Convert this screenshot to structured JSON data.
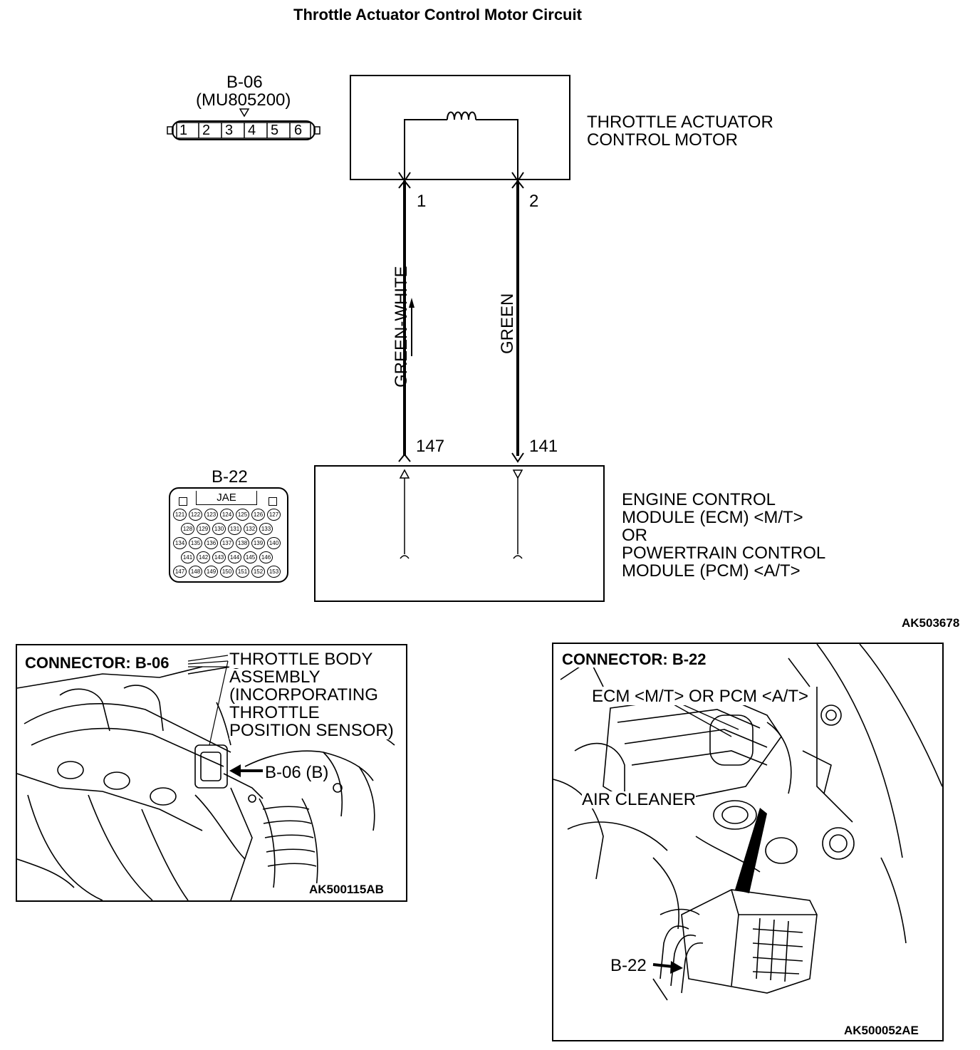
{
  "title": "Throttle Actuator Control Motor Circuit",
  "connector_b06": {
    "name": "B-06",
    "part_number": "(MU805200)",
    "pins": [
      "1",
      "2",
      "3",
      "4",
      "5",
      "6"
    ]
  },
  "motor": {
    "label_line1": "THROTTLE ACTUATOR",
    "label_line2": "CONTROL MOTOR"
  },
  "wires": [
    {
      "color_label": "GREEN-WHITE",
      "motor_pin": "1",
      "ecm_pin": "147"
    },
    {
      "color_label": "GREEN",
      "motor_pin": "2",
      "ecm_pin": "141"
    }
  ],
  "connector_b22": {
    "name": "B-22",
    "maker": "JAE",
    "rows": [
      [
        "121",
        "122",
        "123",
        "124",
        "125",
        "126",
        "127"
      ],
      [
        "128",
        "129",
        "130",
        "131",
        "132",
        "133"
      ],
      [
        "134",
        "135",
        "136",
        "137",
        "138",
        "139",
        "140"
      ],
      [
        "141",
        "142",
        "143",
        "144",
        "145",
        "146"
      ],
      [
        "147",
        "148",
        "149",
        "150",
        "151",
        "152",
        "153"
      ]
    ]
  },
  "ecm": {
    "line1": "ENGINE CONTROL",
    "line2": "MODULE (ECM) <M/T>",
    "line3": "OR",
    "line4": "POWERTRAIN CONTROL",
    "line5": "MODULE (PCM) <A/T>"
  },
  "diagram_ref": "AK503678",
  "panel_left": {
    "heading": "CONNECTOR: B-06",
    "callout_lines": [
      "THROTTLE BODY",
      "ASSEMBLY",
      "(INCORPORATING",
      "THROTTLE",
      "POSITION SENSOR)"
    ],
    "pointer_label": "B-06 (B)",
    "ref": "AK500115AB"
  },
  "panel_right": {
    "heading": "CONNECTOR: B-22",
    "ecm_label": "ECM <M/T> OR PCM <A/T>",
    "air_cleaner_label": "AIR CLEANER",
    "pointer_label": "B-22",
    "ref": "AK500052AE"
  }
}
